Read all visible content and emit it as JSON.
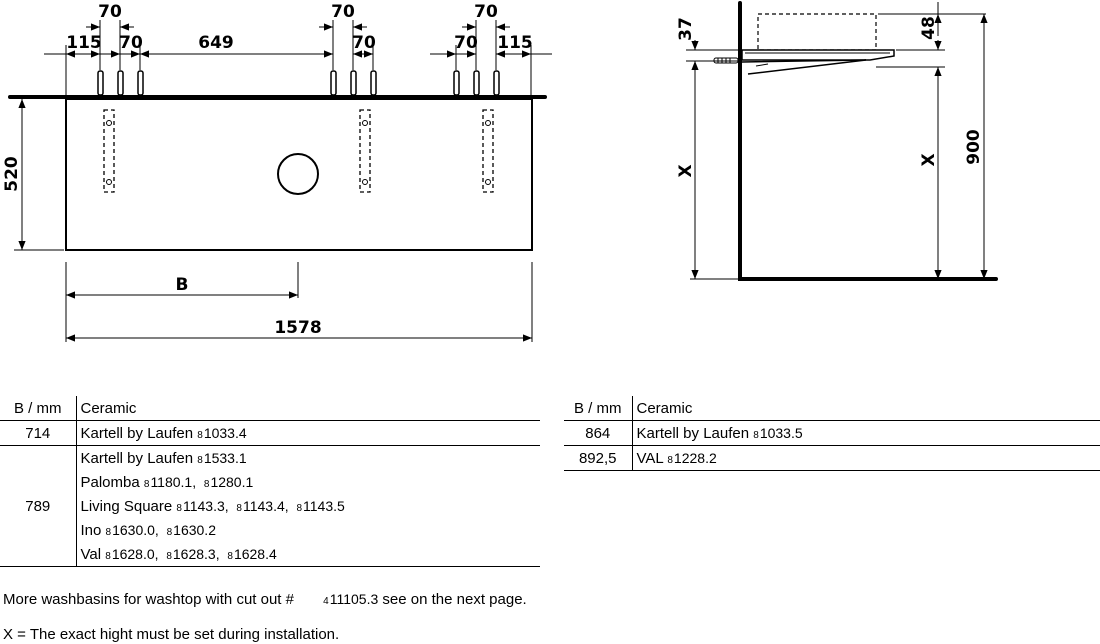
{
  "front_view": {
    "dims_top": {
      "w70_left": "70",
      "w70_mid": "70",
      "w70_right": "70",
      "w115_left": "115",
      "w70_left_lower": "70",
      "w649": "649",
      "w70_mid_lower": "70",
      "w70_right_lower": "70",
      "w115_right": "115"
    },
    "height": "520",
    "width_b": "B",
    "width_total": "1578"
  },
  "side_view": {
    "d37": "37",
    "d48": "48",
    "x_left": "X",
    "x_mid": "X",
    "d900": "900"
  },
  "table_left": {
    "header": {
      "b": "B / mm",
      "ceramic": "Ceramic"
    },
    "rows": [
      {
        "b": "714",
        "items": [
          {
            "name": "Kartell by Laufen",
            "codes": [
              "1033.4"
            ]
          }
        ]
      },
      {
        "b": "789",
        "items": [
          {
            "name": "Kartell by Laufen",
            "codes": [
              "1533.1"
            ]
          },
          {
            "name": "Palomba",
            "codes": [
              "1180.1",
              "1280.1"
            ]
          },
          {
            "name": "Living Square",
            "codes": [
              "1143.3",
              "1143.4",
              "1143.5"
            ]
          },
          {
            "name": "Ino",
            "codes": [
              "1630.0",
              "1630.2"
            ]
          },
          {
            "name": "Val",
            "codes": [
              "1628.0",
              "1628.3",
              "1628.4"
            ]
          }
        ]
      }
    ]
  },
  "table_right": {
    "header": {
      "b": "B / mm",
      "ceramic": "Ceramic"
    },
    "rows": [
      {
        "b": "864",
        "items": [
          {
            "name": "Kartell by Laufen",
            "codes": [
              "1033.5"
            ]
          }
        ]
      },
      {
        "b": "892,5",
        "items": [
          {
            "name": "VAL",
            "codes": [
              "1228.2"
            ]
          }
        ]
      }
    ]
  },
  "code_prefix": "8",
  "notes": {
    "more_prefix": "More washbasins for washtop with cut out #",
    "more_code_prefix": "4",
    "more_code": "11105.3",
    "more_suffix": " see on the next page.",
    "x_note": "X = The exact hight must be set during installation."
  }
}
